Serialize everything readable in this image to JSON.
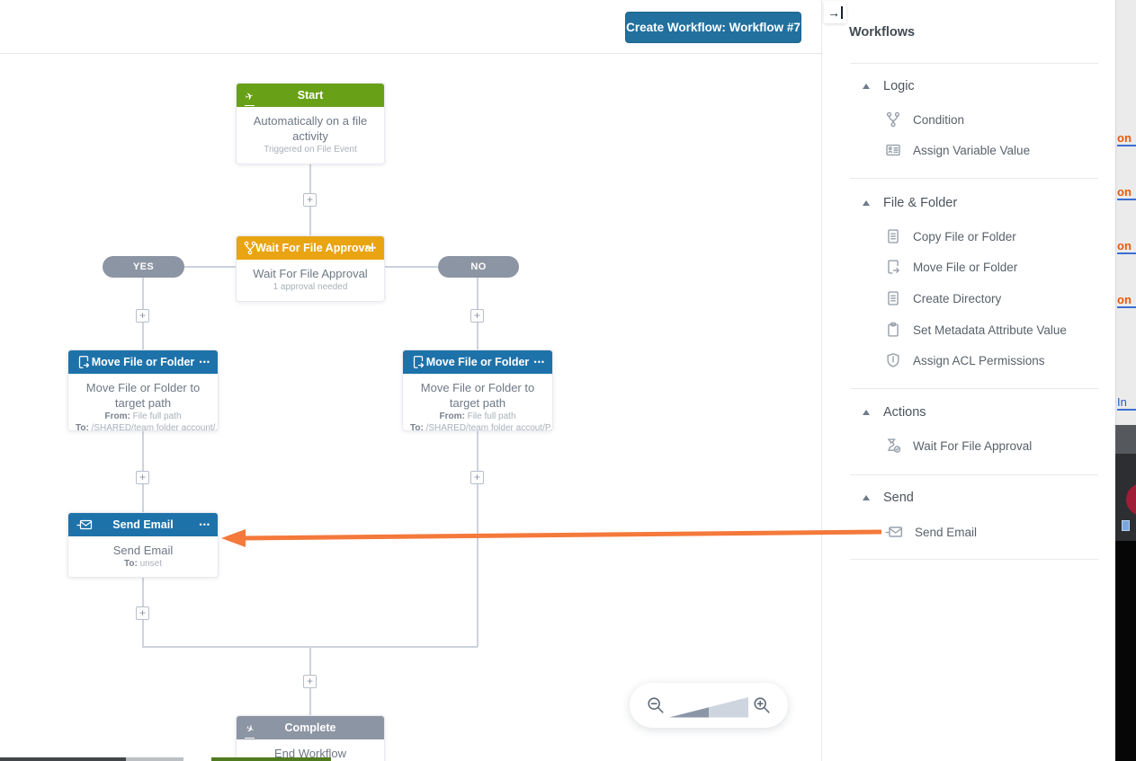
{
  "topbar": {
    "create_button": "Create Workflow: Workflow #7"
  },
  "glyphs": {
    "menu_dots": "•••",
    "plus": "+",
    "collapse_arrow": "→",
    "plane": "✈"
  },
  "canvas": {
    "branch_yes": "YES",
    "branch_no": "NO",
    "nodes": {
      "start": {
        "title": "Start",
        "description": "Automatically on a file activity",
        "subtext": "Triggered on File Event"
      },
      "wait": {
        "title": "Wait For File Approval",
        "description": "Wait For File Approval",
        "subtext": "1 approval needed"
      },
      "move_left": {
        "title": "Move File or Folder",
        "description": "Move File or Folder to target path",
        "from_label": "From:",
        "from_value": "File full path",
        "to_label": "To:",
        "to_value": "/SHARED/team folder account/..."
      },
      "move_right": {
        "title": "Move File or Folder",
        "description": "Move File or Folder to target path",
        "from_label": "From:",
        "from_value": "File full path",
        "to_label": "To:",
        "to_value": "/SHARED/team folder accout/P..."
      },
      "send": {
        "title": "Send Email",
        "description": "Send Email",
        "to_label": "To:",
        "to_value": "unset"
      },
      "complete": {
        "title": "Complete",
        "description": "End Workflow"
      }
    }
  },
  "sidebar": {
    "title": "Workflows",
    "sections": [
      {
        "label": "Logic",
        "items": [
          {
            "label": "Condition"
          },
          {
            "label": "Assign Variable Value"
          }
        ]
      },
      {
        "label": "File & Folder",
        "items": [
          {
            "label": "Copy File or Folder"
          },
          {
            "label": "Move File or Folder"
          },
          {
            "label": "Create Directory"
          },
          {
            "label": "Set Metadata Attribute Value"
          },
          {
            "label": "Assign ACL Permissions"
          }
        ]
      },
      {
        "label": "Actions",
        "items": [
          {
            "label": "Wait For File Approval"
          }
        ]
      },
      {
        "label": "Send",
        "items": [
          {
            "label": "Send Email"
          }
        ]
      }
    ]
  },
  "edge_overlay": {
    "fragments": [
      "on",
      "on",
      "on",
      "on"
    ],
    "link_fragment": "In"
  },
  "colors": {
    "node_blue": "#1e72aa",
    "start_green": "#68a117",
    "wait_orange": "#e9a411",
    "neutral_gray": "#8c95a3",
    "arrow_orange": "#f4793b",
    "button_blue": "#21709e"
  }
}
